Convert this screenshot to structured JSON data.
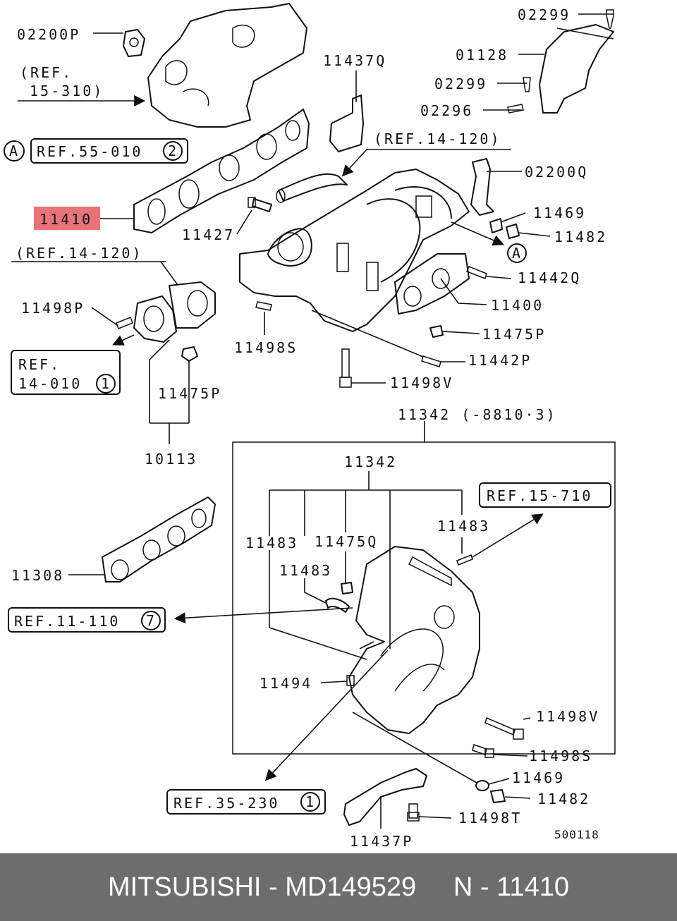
{
  "labels": {
    "p02200P": "02200P",
    "ref15_310_a": "(REF.",
    "ref15_310_b": "15-310)",
    "circleA1": "A",
    "ref55_010": "REF.55-010",
    "circle2": "2",
    "p11410": "11410",
    "p11427": "11427",
    "ref14_120_left": "(REF.14-120)",
    "p11498P": "11498P",
    "ref14_010_a": "REF.",
    "ref14_010_b": "14-010",
    "circle1a": "1",
    "p11475P_left": "11475P",
    "p10113": "10113",
    "p11437Q": "11437Q",
    "ref14_120_top": "(REF.14-120)",
    "p11498S_top": "11498S",
    "p11498V_top": "11498V",
    "p02299_a": "02299",
    "p01128": "01128",
    "p02299_b": "02299",
    "p02296": "02296",
    "p02200Q": "02200Q",
    "p11469_top": "11469",
    "p11482_top": "11482",
    "circleA2": "A",
    "p11442Q": "11442Q",
    "p11400": "11400",
    "p11475P_right": "11475P",
    "p11442P": "11442P",
    "p11342_top": "11342 (-8810·3)",
    "p11342_inner": "11342",
    "ref15_710": "REF.15-710",
    "p11483_a": "11483",
    "p11475Q": "11475Q",
    "p11483_b": "11483",
    "p11483_c": "11483",
    "p11308": "11308",
    "ref11_110": "REF.11-110",
    "circle7": "7",
    "p11494": "11494",
    "p11498V_bot": "11498V",
    "p11498S_bot": "11498S",
    "p11469_bot": "11469",
    "p11482_bot": "11482",
    "ref35_230": "REF.35-230",
    "circle1b": "1",
    "p11498T": "11498T",
    "p11437P": "11437P",
    "diagram_no": "500118"
  },
  "highlight_color": "#e8747a",
  "footer": {
    "text": "MITSUBISHI - MD149529     N - 11410"
  }
}
